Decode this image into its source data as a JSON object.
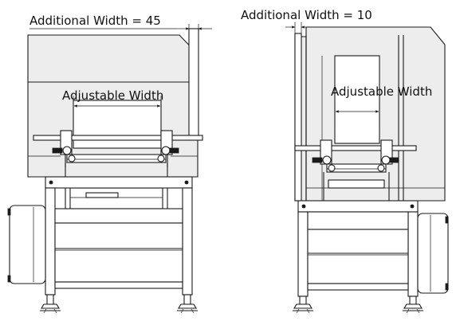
{
  "left_machine": {
    "additional_width_label": "Additional Width = 45",
    "adjustable_width_label": "Adjustable Width"
  },
  "right_machine": {
    "additional_width_label": "Additional Width = 10",
    "adjustable_width_label": "Adjustable Width"
  },
  "colors": {
    "line": "#1a1a1a",
    "panel_fill": "#ededed",
    "background": "#ffffff"
  }
}
